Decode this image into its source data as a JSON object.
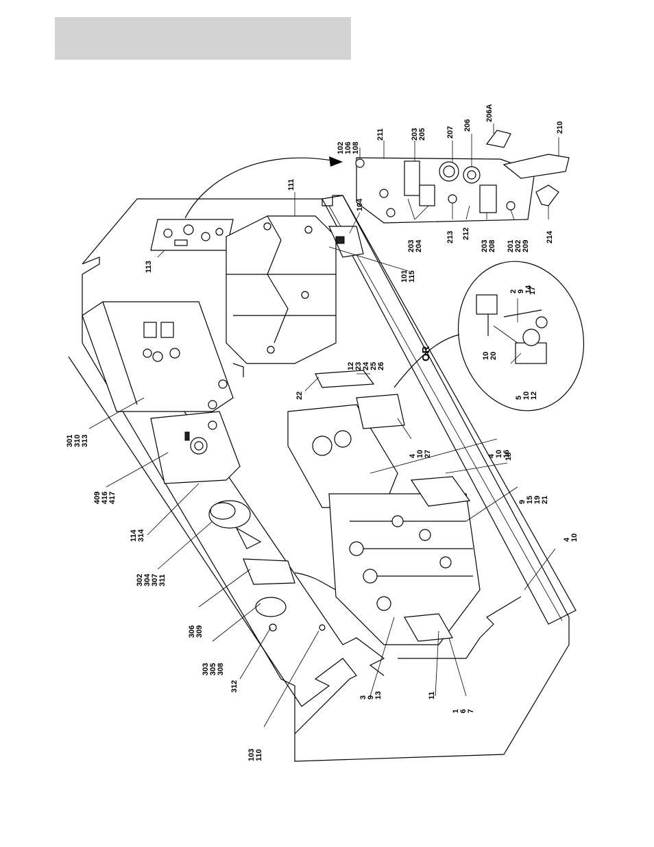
{
  "header": {
    "title": ""
  },
  "callouts": [
    {
      "id": "c01",
      "lines": [
        "102",
        "106",
        "108"
      ]
    },
    {
      "id": "c02",
      "lines": [
        "211"
      ]
    },
    {
      "id": "c03",
      "lines": [
        "203",
        "205"
      ]
    },
    {
      "id": "c04",
      "lines": [
        "207"
      ]
    },
    {
      "id": "c05",
      "lines": [
        "206"
      ]
    },
    {
      "id": "c06",
      "lines": [
        "206A"
      ]
    },
    {
      "id": "c07",
      "lines": [
        "210"
      ]
    },
    {
      "id": "c08",
      "lines": [
        "111"
      ]
    },
    {
      "id": "c09",
      "lines": [
        "104"
      ]
    },
    {
      "id": "c10",
      "lines": [
        "203",
        "204"
      ]
    },
    {
      "id": "c11",
      "lines": [
        "213"
      ]
    },
    {
      "id": "c12",
      "lines": [
        "212"
      ]
    },
    {
      "id": "c13",
      "lines": [
        "203",
        "208"
      ]
    },
    {
      "id": "c14",
      "lines": [
        "201",
        "202",
        "209"
      ]
    },
    {
      "id": "c15",
      "lines": [
        "214"
      ]
    },
    {
      "id": "c16",
      "lines": [
        "113"
      ]
    },
    {
      "id": "c17",
      "lines": [
        "101",
        "115"
      ]
    },
    {
      "id": "c18",
      "lines": [
        "2",
        "9",
        "14"
      ]
    },
    {
      "id": "c19",
      "lines": [
        "17"
      ]
    },
    {
      "id": "c20",
      "lines": [
        "10",
        "20"
      ]
    },
    {
      "id": "c21",
      "lines": [
        "5",
        "10",
        "12"
      ]
    },
    {
      "id": "c22",
      "lines": [
        "12",
        "23",
        "24",
        "25",
        "26"
      ]
    },
    {
      "id": "c23",
      "lines": [
        "22"
      ]
    },
    {
      "id": "c24",
      "lines": [
        "301",
        "310",
        "313"
      ]
    },
    {
      "id": "c25",
      "lines": [
        "409",
        "416",
        "417"
      ]
    },
    {
      "id": "c26",
      "lines": [
        "4",
        "10",
        "27"
      ]
    },
    {
      "id": "c27",
      "lines": [
        "4",
        "10",
        "16"
      ]
    },
    {
      "id": "c28",
      "lines": [
        "18"
      ]
    },
    {
      "id": "c29",
      "lines": [
        "9",
        "15",
        "19",
        "21"
      ]
    },
    {
      "id": "c30",
      "lines": [
        "114",
        "314"
      ]
    },
    {
      "id": "c31",
      "lines": [
        "302",
        "304",
        "307",
        "311"
      ]
    },
    {
      "id": "c32",
      "lines": [
        "4",
        "10"
      ]
    },
    {
      "id": "c33",
      "lines": [
        "306",
        "309"
      ]
    },
    {
      "id": "c34",
      "lines": [
        "303",
        "305",
        "308"
      ]
    },
    {
      "id": "c35",
      "lines": [
        "312"
      ]
    },
    {
      "id": "c36",
      "lines": [
        "3",
        "9",
        "13"
      ]
    },
    {
      "id": "c37",
      "lines": [
        "11"
      ]
    },
    {
      "id": "c38",
      "lines": [
        "1",
        "6",
        "7"
      ]
    },
    {
      "id": "c39",
      "lines": [
        "103",
        "110"
      ]
    }
  ],
  "or_label": "OR"
}
